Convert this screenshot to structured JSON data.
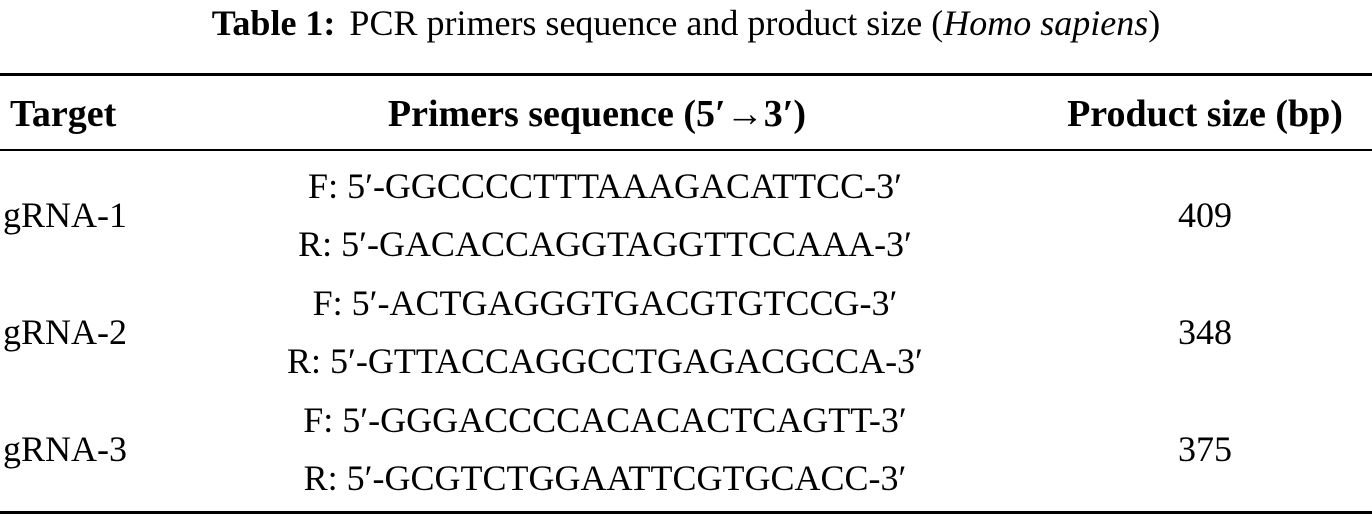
{
  "caption": {
    "label": "Table 1:",
    "text": "PCR primers sequence and product size (",
    "italic": "Homo sapiens",
    "closing": ")"
  },
  "table": {
    "headers": {
      "target": "Target",
      "primers": "Primers sequence (5′→3′)",
      "product_size": "Product size (bp)"
    },
    "rows": [
      {
        "target": "gRNA-1",
        "forward": "F: 5′-GGCCCCTTTAAAGACATTCC-3′",
        "reverse": "R: 5′-GACACCAGGTAGGTTCCAAA-3′",
        "product_size": "409"
      },
      {
        "target": "gRNA-2",
        "forward": "F: 5′-ACTGAGGGTGACGTGTCCG-3′",
        "reverse": "R: 5′-GTTACCAGGCCTGAGACGCCA-3′",
        "product_size": "348"
      },
      {
        "target": "gRNA-3",
        "forward": "F: 5′-GGGACCCCACACACTCAGTT-3′",
        "reverse": "R: 5′-GCGTCTGGAATTCGTGCACC-3′",
        "product_size": "375"
      }
    ]
  }
}
